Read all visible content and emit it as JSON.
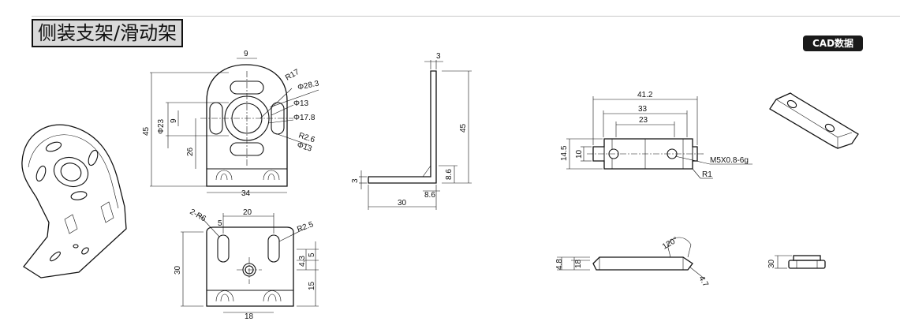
{
  "header": {
    "title": "侧装支架/滑动架",
    "cad_label": "CAD数据"
  },
  "bracket_front": {
    "d_9": "9",
    "d_r17": "R17",
    "d_phi28": "Φ28.3",
    "d_phi13a": "Φ13",
    "d_phi17": "Φ17.8",
    "d_r26": "R2.6",
    "d_phi13b": "Φ13",
    "d_phi23": "Φ23",
    "d_9v": "9",
    "d_45": "45",
    "d_26": "26",
    "d_34": "34"
  },
  "bracket_side": {
    "d_3top": "3",
    "d_45": "45",
    "d_3left": "3",
    "d_86v": "8.6",
    "d_86h": "8.6",
    "d_30": "30"
  },
  "bracket_bottom": {
    "d_2r6": "2-R6",
    "d_20": "20",
    "d_5a": "5",
    "d_r25": "R2.5",
    "d_30": "30",
    "d_43": "4.3",
    "d_5b": "5",
    "d_15": "15",
    "d_18": "18"
  },
  "slider_top": {
    "d_412": "41.2",
    "d_33": "33",
    "d_23": "23",
    "d_145": "14.5",
    "d_10": "10",
    "d_thread": "M5X0.8-6g",
    "d_r1": "R1"
  },
  "slider_side": {
    "d_48": "4.8",
    "d_18": "18",
    "d_120": "120°",
    "d_47": "4.7"
  },
  "slider_end": {
    "d_30": "30"
  }
}
